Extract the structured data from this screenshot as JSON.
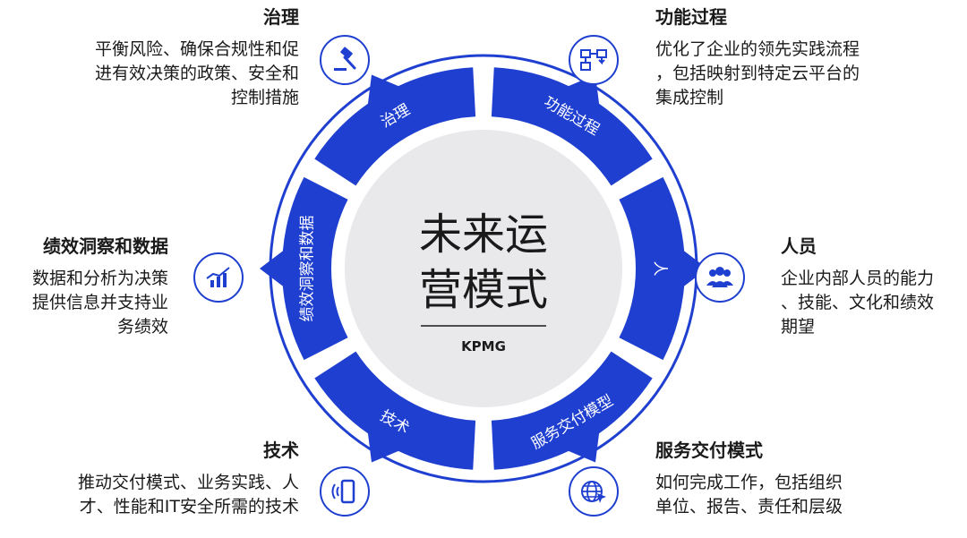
{
  "center": {
    "title_line1": "未来运",
    "title_line2": "营模式",
    "brand": "KPMG"
  },
  "ring_labels": {
    "governance": "治理",
    "process": "功能过程",
    "people": "人",
    "service": "服务交付模型",
    "technology": "技术",
    "insight": "绩效洞察和数据"
  },
  "blocks": {
    "governance": {
      "title": "治理",
      "desc": "平衡风险、确保合规性和促\n进有效决策的政策、安全和\n控制措施"
    },
    "process": {
      "title": "功能过程",
      "desc": "优化了企业的领先实践流程\n，包括映射到特定云平台的\n集成控制"
    },
    "insight": {
      "title": "绩效洞察和数据",
      "desc": "数据和分析为决策\n提供信息并支持业\n务绩效"
    },
    "people": {
      "title": "人员",
      "desc": "企业内部人员的能力\n、技能、文化和绩效\n期望"
    },
    "technology": {
      "title": "技术",
      "desc": "推动交付模式、业务实践、人\n才、性能和IT安全所需的技术"
    },
    "service": {
      "title": "服务交付模式",
      "desc": "如何完成工作，包括组织\n单位、报告、责任和层级"
    }
  },
  "icons": {
    "governance": "gavel-icon",
    "process": "flowchart-icon",
    "insight": "bar-chart-icon",
    "people": "people-group-icon",
    "technology": "smartphone-icon",
    "service": "globe-cursor-icon"
  },
  "colors": {
    "primary": "#1e3fd0",
    "center_fill": "#e9e9ec",
    "text": "#1a1a1a"
  }
}
